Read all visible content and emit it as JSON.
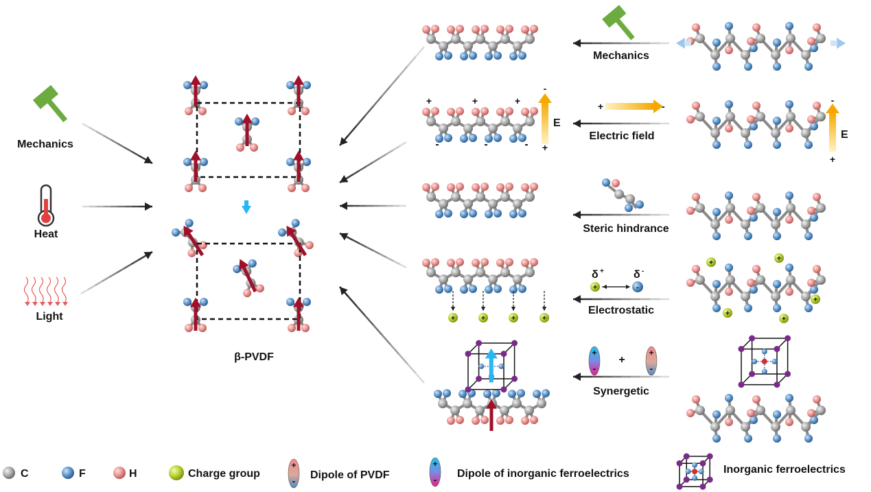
{
  "left_stimuli": {
    "mechanics": "Mechanics",
    "heat": "Heat",
    "light": "Light"
  },
  "center": {
    "caption": "β-PVDF"
  },
  "rows": {
    "mechanics": {
      "label": "Mechanics"
    },
    "electric_field": {
      "label": "Electric field",
      "plus": "+",
      "minus": "-",
      "field_label": "E"
    },
    "steric": {
      "label": "Steric hindrance"
    },
    "electrostatic": {
      "label": "Electrostatic",
      "delta_plus": "δ",
      "delta_plus_sup": "+",
      "delta_minus": "δ",
      "delta_minus_sup": "-"
    },
    "synergetic": {
      "label": "Synergetic",
      "plus_sign": "+"
    }
  },
  "legend": {
    "c": "C",
    "f": "F",
    "h": "H",
    "charge": "Charge group",
    "dipole_pvdf": "Dipole of PVDF",
    "dipole_inorganic": "Dipole of inorganic ferroelectrics",
    "inorganic": "Inorganic ferroelectrics"
  },
  "colors": {
    "carbon": "#9a9a9a",
    "fluorine": "#5b93c9",
    "hydrogen": "#e8908e",
    "charge": "#b5cf2c",
    "dipole_arrow": "#a0102a",
    "hammer": "#6bab3f",
    "field_arrow": "#f5a800",
    "cyan_arrow": "#29b6f6",
    "cube_vertex": "#7b2a8a"
  }
}
